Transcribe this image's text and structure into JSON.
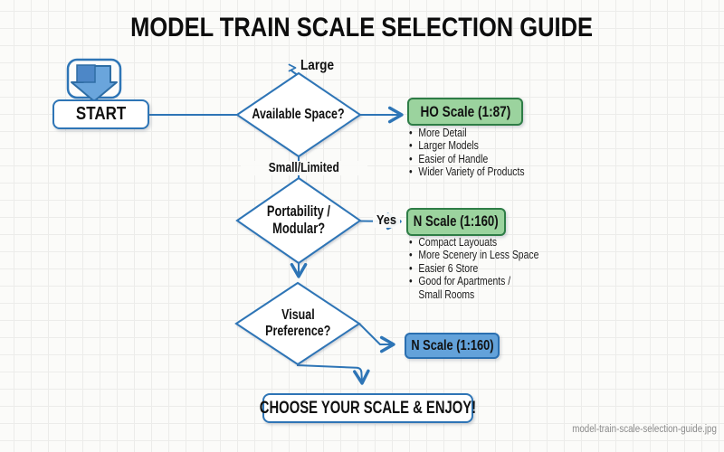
{
  "title": "MODEL TRAIN SCALE SELECTION GUIDE",
  "watermark": "model-train-scale-selection-guide.jpg",
  "colors": {
    "line_blue": "#2e75b6",
    "green_fill": "#9bd39e",
    "green_border": "#2e7d46",
    "blue_fill": "#63a2da",
    "blue_border": "#2a6fb0",
    "paper": "#fbfbf9"
  },
  "start": {
    "label": "START",
    "icon": "down-arrow-icon"
  },
  "decision1": {
    "question": "Available Space?",
    "branch_up": "Large",
    "branch_down": "Small/Limited"
  },
  "decision2": {
    "question_line1": "Portability /",
    "question_line2": "Modular?",
    "branch_right": "Yes"
  },
  "decision3": {
    "question_line1": "Visual",
    "question_line2": "Preference?"
  },
  "outcome_ho": {
    "label": "HO Scale (1:87)",
    "bullets": [
      "More Detail",
      "Larger Models",
      "Easier of Handle",
      "Wider Variety of Products"
    ]
  },
  "outcome_n": {
    "label": "N Scale (1:160)",
    "bullets": [
      "Compact Layouats",
      "More Scenery in Less Space",
      "Easier 6 Store",
      "Good for Apartments /",
      "Small Rooms"
    ]
  },
  "outcome_visual": {
    "label": "N Scale (1:160)"
  },
  "end": {
    "label": "CHOOSE YOUR SCALE & ENJOY!"
  }
}
